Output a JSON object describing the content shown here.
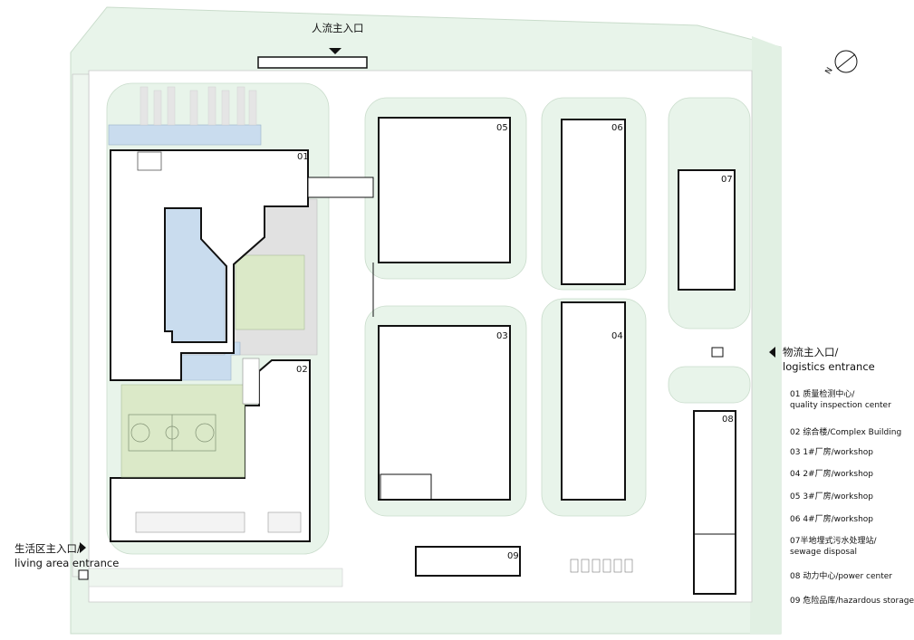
{
  "entrances": {
    "people_main": "人流主入口",
    "logistics_cn": "物流主入口/",
    "logistics_en": "logistics entrance",
    "living_cn": "生活区主入口/",
    "living_en": "living area entrance"
  },
  "building_numbers": {
    "b01": "01",
    "b02": "02",
    "b03": "03",
    "b04": "04",
    "b05": "05",
    "b06": "06",
    "b07": "07",
    "b08": "08",
    "b09": "09"
  },
  "legend": [
    {
      "line1": "01 质量检测中心/",
      "line2": "quality inspection center"
    },
    {
      "line1": "02 综合楼/Complex Building",
      "line2": ""
    },
    {
      "line1": "03 1#厂房/workshop",
      "line2": ""
    },
    {
      "line1": "04 2#厂房/workshop",
      "line2": ""
    },
    {
      "line1": "05 3#厂房/workshop",
      "line2": ""
    },
    {
      "line1": "06 4#厂房/workshop",
      "line2": ""
    },
    {
      "line1": "07半地埋式污水处理站/",
      "line2": "sewage disposal"
    },
    {
      "line1": "08 动力中心/power center",
      "line2": ""
    },
    {
      "line1": "09 危险品库/hazardous storage",
      "line2": ""
    }
  ],
  "colors": {
    "green_lawn": "#e6f3e8",
    "court_green": "#dbe9c8",
    "water_blue": "#c7dcee",
    "plaza_gray": "#e1e1e1",
    "line": "#111111"
  },
  "icons": {
    "north": "north-arrow-icon"
  }
}
